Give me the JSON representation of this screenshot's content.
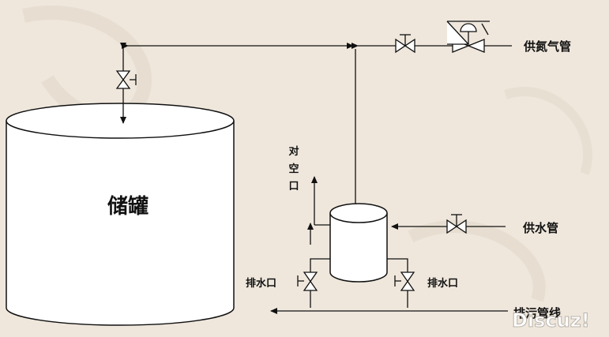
{
  "labels": {
    "tank": "储罐",
    "nitrogen_pipe": "供氮气管",
    "water_supply_pipe": "供水管",
    "vent": [
      "对",
      "空",
      "口"
    ],
    "drain_left": "排水口",
    "drain_right": "排水口",
    "bottom_pipe": "排污管线"
  },
  "watermark": "Discuz!",
  "colors": {
    "background": "#efe7dc",
    "line": "#111111",
    "tank_fill": "#ffffff"
  }
}
